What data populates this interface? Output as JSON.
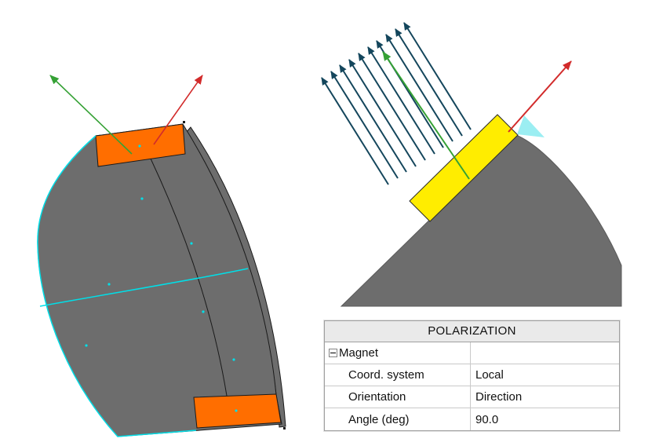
{
  "colors": {
    "steel_gray": "#6d6d6d",
    "magnet_orange": "#ff6e00",
    "magnet_yellow": "#ffed00",
    "highlight_cyan": "#00dfe8",
    "sliver_cyan": "#9beef2",
    "vector_navy": "#14465c",
    "axis_green": "#35a135",
    "axis_red": "#d22b2b",
    "edge_black": "#1a1a1a",
    "panel_header_bg": "#eaeaea",
    "panel_border": "#9f9f9f",
    "panel_grid": "#c9c9c9"
  },
  "panel": {
    "title": "POLARIZATION",
    "group_label": "Magnet",
    "properties": [
      {
        "label": "Coord. system",
        "value": "Local"
      },
      {
        "label": "Orientation",
        "value": "Direction"
      },
      {
        "label": "Angle (deg)",
        "value": "90.0"
      }
    ]
  }
}
